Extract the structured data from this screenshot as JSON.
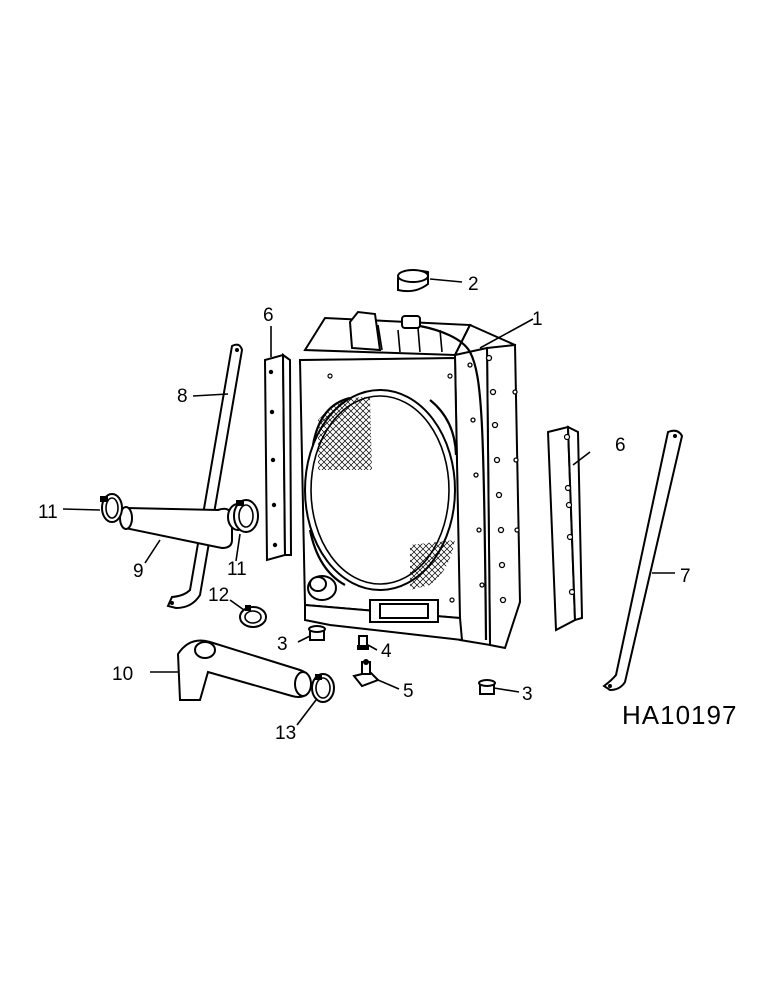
{
  "diagram": {
    "drawing_code": "HA10197",
    "callouts": [
      {
        "id": "1",
        "part": "radiator"
      },
      {
        "id": "2",
        "part": "radiator-cap"
      },
      {
        "id": "3",
        "part": "drain-plug-left"
      },
      {
        "id": "3",
        "part": "drain-plug-right"
      },
      {
        "id": "4",
        "part": "fitting"
      },
      {
        "id": "5",
        "part": "drain-valve"
      },
      {
        "id": "6",
        "part": "side-baffle-left"
      },
      {
        "id": "6",
        "part": "side-baffle-right"
      },
      {
        "id": "7",
        "part": "support-rod-right"
      },
      {
        "id": "8",
        "part": "support-rod-left"
      },
      {
        "id": "9",
        "part": "upper-hose"
      },
      {
        "id": "10",
        "part": "lower-hose"
      },
      {
        "id": "11",
        "part": "hose-clamp-left"
      },
      {
        "id": "11",
        "part": "hose-clamp-right"
      },
      {
        "id": "12",
        "part": "hose-clamp-lower"
      },
      {
        "id": "13",
        "part": "hose-clamp-bottom"
      }
    ]
  }
}
